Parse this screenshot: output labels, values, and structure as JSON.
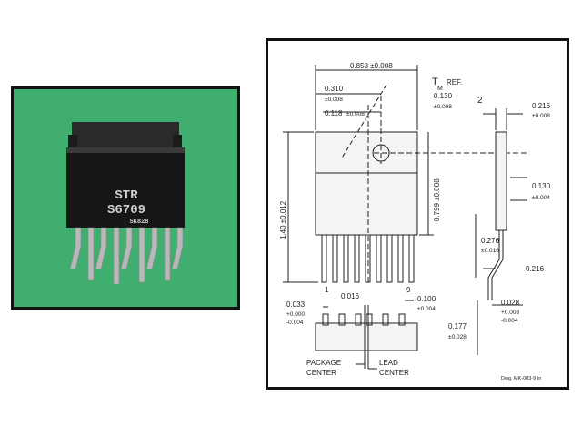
{
  "photo": {
    "marking_line1": "STR",
    "marking_line2": "S6709",
    "marking_line3": "SK828"
  },
  "drawing": {
    "dim_overall_width": "0.853 ±0.008",
    "dim_tm_ref": "T",
    "dim_tm_sub": "M",
    "dim_ref": "REF.",
    "dim_0310": "0.310",
    "dim_0310_tol": "±0.008",
    "dim_0130a": "0.130",
    "dim_0130a_tol": "±0.008",
    "dim_0118": "0.118",
    "dim_0118_tol": "±0.008",
    "dim_slot_mark": "2",
    "dim_0216a": "0.216",
    "dim_0216a_tol": "±0.008",
    "dim_height": "1.40 ±0.012",
    "dim_0799": "0.799 ±0.008",
    "dim_0130b": "0.130",
    "dim_0130b_tol": "±0.004",
    "dim_0276": "0.276",
    "dim_0276_tol": "±0.016",
    "dim_0216b": "0.216",
    "pin_first": "1",
    "pin_last": "9",
    "dim_0016": "0.016",
    "dim_0100": "0.100",
    "dim_0100_tol": "±0.004",
    "dim_0033": "0.033",
    "dim_0033_tol1": "+0.000",
    "dim_0033_tol2": "-0.004",
    "dim_0028": "0.028",
    "dim_0028_tol1": "+0.008",
    "dim_0028_tol2": "-0.004",
    "dim_0177": "0.177",
    "dim_0177_tol": "±0.028",
    "label_package": "PACKAGE",
    "label_center1": "CENTER",
    "label_lead": "LEAD",
    "label_center2": "CENTER",
    "dwg_no": "Dwg. MK-003-9 In"
  }
}
